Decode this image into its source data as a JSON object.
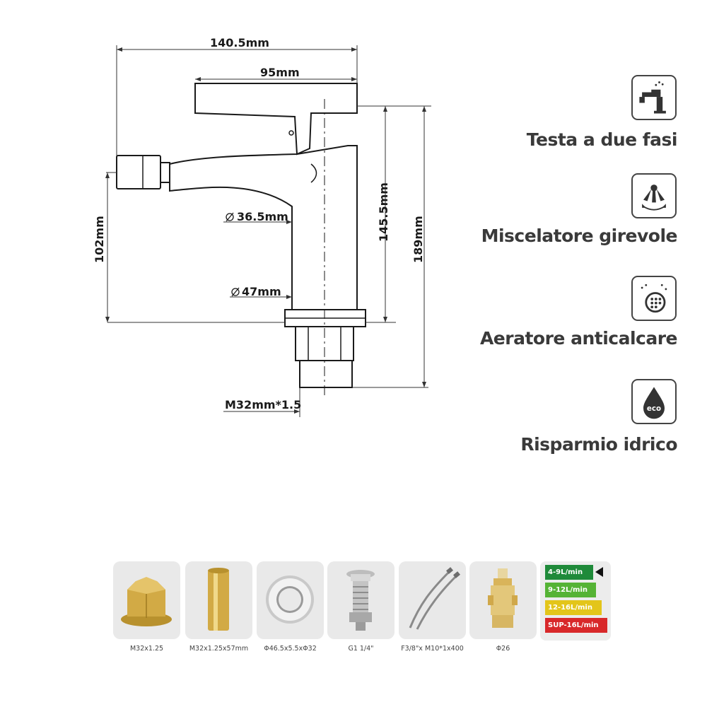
{
  "dimensions": {
    "total_width": "140.5mm",
    "handle_length": "95mm",
    "body_diameter": "36.5mm",
    "base_diameter": "47mm",
    "thread": "M32mm*1.5",
    "spout_height": "102mm",
    "body_height": "145.5mm",
    "total_height": "189mm"
  },
  "features": [
    {
      "label": "Testa a due fasi",
      "icon": "faucet-icon"
    },
    {
      "label": "Miscelatore girevole",
      "icon": "swivel-spray-icon"
    },
    {
      "label": "Aeratore anticalcare",
      "icon": "aerator-icon"
    },
    {
      "label": "Risparmio idrico",
      "icon": "eco-drop-icon"
    }
  ],
  "accessories": [
    {
      "caption": "M32x1.25",
      "icon": "brass-nut-icon"
    },
    {
      "caption": "M32x1.25x57mm",
      "icon": "brass-tube-icon"
    },
    {
      "caption": "Φ46.5x5.5xΦ32",
      "icon": "chrome-ring-icon"
    },
    {
      "caption": "G1 1/4\"",
      "icon": "pop-up-drain-icon"
    },
    {
      "caption": "F3/8\"x M10*1x400",
      "icon": "flexible-hose-icon"
    },
    {
      "caption": "Φ26",
      "icon": "cartridge-icon"
    }
  ],
  "flow_rates": [
    {
      "label": "4-9L/min",
      "color": "#1f8a3a",
      "selected": true
    },
    {
      "label": "9-12L/min",
      "color": "#55b335"
    },
    {
      "label": "12-16L/min",
      "color": "#e3c51a"
    },
    {
      "label": "SUP-16L/min",
      "color": "#d8282a"
    }
  ]
}
